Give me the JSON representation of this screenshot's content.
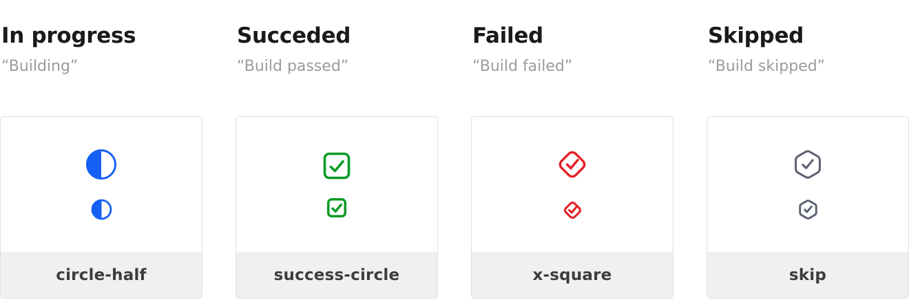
{
  "columns": [
    {
      "id": "in-progress",
      "title": "In progress",
      "subtitle": "“Building”",
      "label": "circle-half",
      "icon": "circle-half-icon",
      "icon_color": "#1661f3"
    },
    {
      "id": "succeeded",
      "title": "Succeded",
      "subtitle": "“Build passed”",
      "label": "success-circle",
      "icon": "success-circle-icon",
      "icon_color": "#0a9a28"
    },
    {
      "id": "failed",
      "title": "Failed",
      "subtitle": "“Build failed”",
      "label": "x-square",
      "icon": "x-square-icon",
      "icon_color": "#e22026"
    },
    {
      "id": "skipped",
      "title": "Skipped",
      "subtitle": "“Build skipped”",
      "label": "skip",
      "icon": "skip-icon",
      "icon_color": "#5a6170"
    }
  ],
  "colors": {
    "title": "#1a1a1a",
    "subtitle": "#9b9b9b",
    "card_border": "#e0e0e0",
    "footer_background": "#f0f0f0",
    "label": "#3d3d3d",
    "page_background": "#ffffff"
  }
}
